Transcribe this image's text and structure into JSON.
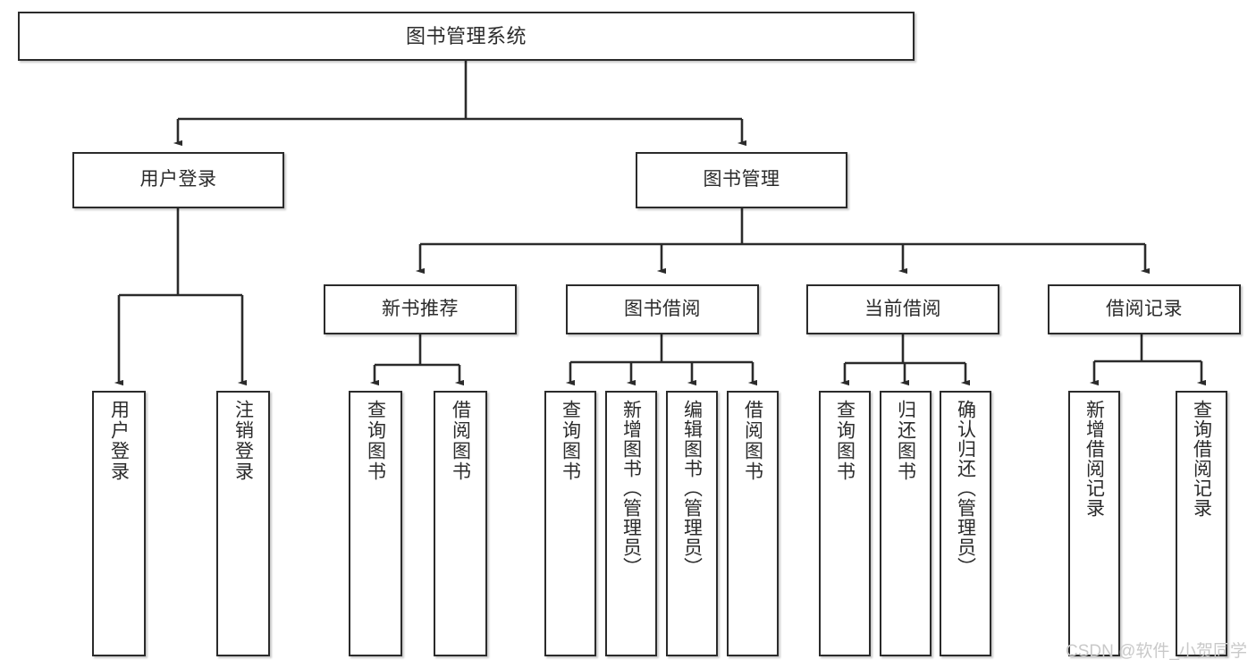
{
  "diagram": {
    "type": "tree-hierarchy-chart",
    "title_text": "图书管理系统",
    "stroke_color": "#2b2b2b",
    "fill_color": "#ffffff",
    "nodes": {
      "root": {
        "label": "图书管理系统"
      },
      "level2": [
        {
          "label": "用户登录"
        },
        {
          "label": "图书管理"
        }
      ],
      "level3": [
        {
          "label": "新书推荐"
        },
        {
          "label": "图书借阅"
        },
        {
          "label": "当前借阅"
        },
        {
          "label": "借阅记录"
        }
      ],
      "leaves_user_login": [
        {
          "label": "用户登录"
        },
        {
          "label": "注销登录"
        }
      ],
      "leaves_new_books": [
        {
          "label": "查询图书"
        },
        {
          "label": "借阅图书"
        }
      ],
      "leaves_borrow": [
        {
          "label": "查询图书"
        },
        {
          "label": "新增图书（管理员）"
        },
        {
          "label": "编辑图书（管理员）"
        },
        {
          "label": "借阅图书"
        }
      ],
      "leaves_current": [
        {
          "label": "查询图书"
        },
        {
          "label": "归还图书"
        },
        {
          "label": "确认归还（管理员）"
        }
      ],
      "leaves_records": [
        {
          "label": "新增借阅记录"
        },
        {
          "label": "查询借阅记录"
        }
      ]
    }
  },
  "watermark": {
    "text": "CSDN @软件_小贺同学"
  }
}
